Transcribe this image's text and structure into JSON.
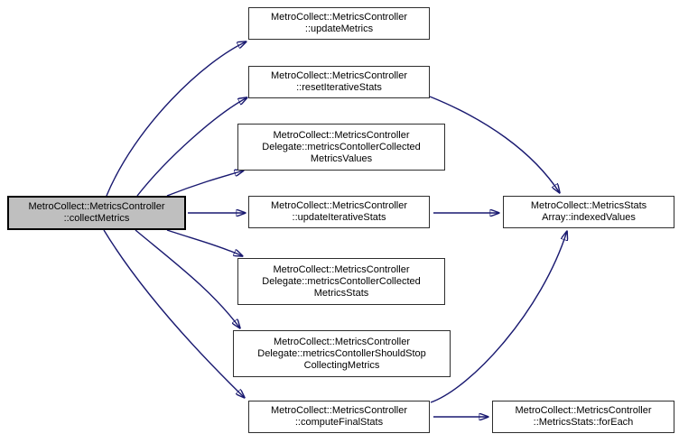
{
  "diagram": {
    "type": "call-graph",
    "colors": {
      "background": "#ffffff",
      "edge": "#191970",
      "node_fill": "#ffffff",
      "node_border": "#2e2e2e",
      "highlight_fill": "#bfbfbf",
      "highlight_border": "#000000",
      "text": "#000000"
    },
    "nodes": [
      {
        "id": "collectMetrics",
        "label": "MetroCollect::MetricsController\n::collectMetrics",
        "highlighted": true
      },
      {
        "id": "updateMetrics",
        "label": "MetroCollect::MetricsController\n::updateMetrics",
        "highlighted": false
      },
      {
        "id": "resetIterativeStats",
        "label": "MetroCollect::MetricsController\n::resetIterativeStats",
        "highlighted": false
      },
      {
        "id": "metricsContollerCollectedMetricsValues",
        "label": "MetroCollect::MetricsController\nDelegate::metricsContollerCollected\nMetricsValues",
        "highlighted": false
      },
      {
        "id": "updateIterativeStats",
        "label": "MetroCollect::MetricsController\n::updateIterativeStats",
        "highlighted": false
      },
      {
        "id": "metricsContollerCollectedMetricsStats",
        "label": "MetroCollect::MetricsController\nDelegate::metricsContollerCollected\nMetricsStats",
        "highlighted": false
      },
      {
        "id": "metricsContollerShouldStopCollectingMetrics",
        "label": "MetroCollect::MetricsController\nDelegate::metricsContollerShouldStop\nCollectingMetrics",
        "highlighted": false
      },
      {
        "id": "computeFinalStats",
        "label": "MetroCollect::MetricsController\n::computeFinalStats",
        "highlighted": false
      },
      {
        "id": "indexedValues",
        "label": "MetroCollect::MetricsStats\nArray::indexedValues",
        "highlighted": false
      },
      {
        "id": "forEach",
        "label": "MetroCollect::MetricsController\n::MetricsStats::forEach",
        "highlighted": false
      }
    ],
    "edges": [
      {
        "from": "collectMetrics",
        "to": "updateMetrics"
      },
      {
        "from": "collectMetrics",
        "to": "resetIterativeStats"
      },
      {
        "from": "collectMetrics",
        "to": "metricsContollerCollectedMetricsValues"
      },
      {
        "from": "collectMetrics",
        "to": "updateIterativeStats"
      },
      {
        "from": "collectMetrics",
        "to": "metricsContollerCollectedMetricsStats"
      },
      {
        "from": "collectMetrics",
        "to": "metricsContollerShouldStopCollectingMetrics"
      },
      {
        "from": "collectMetrics",
        "to": "computeFinalStats"
      },
      {
        "from": "resetIterativeStats",
        "to": "indexedValues"
      },
      {
        "from": "updateIterativeStats",
        "to": "indexedValues"
      },
      {
        "from": "computeFinalStats",
        "to": "indexedValues"
      },
      {
        "from": "computeFinalStats",
        "to": "forEach"
      }
    ]
  }
}
